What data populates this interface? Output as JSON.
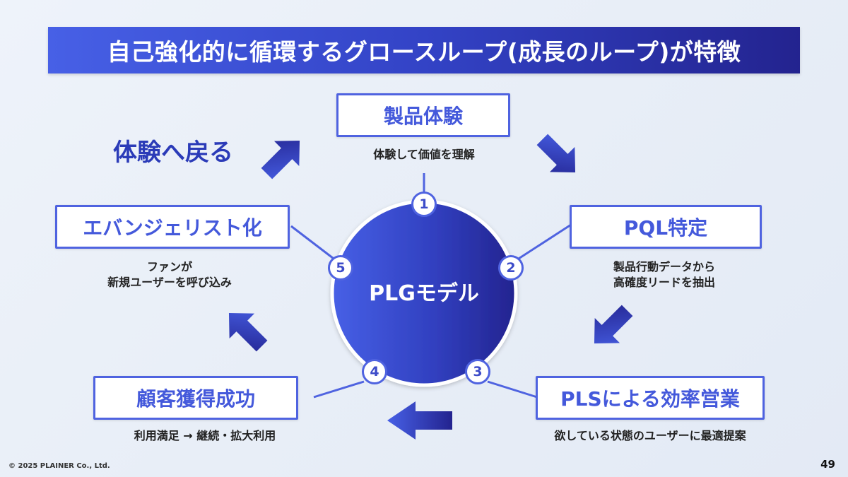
{
  "title": "自己強化的に循環するグロースループ(成長のループ)が特徴",
  "center": {
    "label": "PLGモデル"
  },
  "return_label": "体験へ戻る",
  "steps": [
    {
      "number": "1",
      "label": "製品体験",
      "description": [
        "体験して価値を理解"
      ]
    },
    {
      "number": "2",
      "label": "PQL特定",
      "description": [
        "製品行動データから",
        "高確度リードを抽出"
      ]
    },
    {
      "number": "3",
      "label": "PLSによる効率営業",
      "description": [
        "欲している状態のユーザーに最適提案"
      ]
    },
    {
      "number": "4",
      "label": "顧客獲得成功",
      "description": [
        "利用満足 → 継続・拡大利用"
      ]
    },
    {
      "number": "5",
      "label": "エバンジェリスト化",
      "description": [
        "ファンが",
        "新規ユーザーを呼び込み"
      ]
    }
  ],
  "arrows": [
    {
      "name": "arrow-1-to-2",
      "direction": "down-right"
    },
    {
      "name": "arrow-2-to-3",
      "direction": "down-left"
    },
    {
      "name": "arrow-3-to-4",
      "direction": "left"
    },
    {
      "name": "arrow-4-to-5",
      "direction": "up-left"
    },
    {
      "name": "arrow-5-to-1",
      "direction": "up-right"
    }
  ],
  "colors": {
    "accent": "#4f63e0",
    "dark_navy": "#23238f",
    "bright_blue": "#4760e6",
    "background": "#eef3fa"
  },
  "footer": {
    "copyright": "© 2025 PLAINER Co., Ltd.",
    "page_number": "49"
  }
}
